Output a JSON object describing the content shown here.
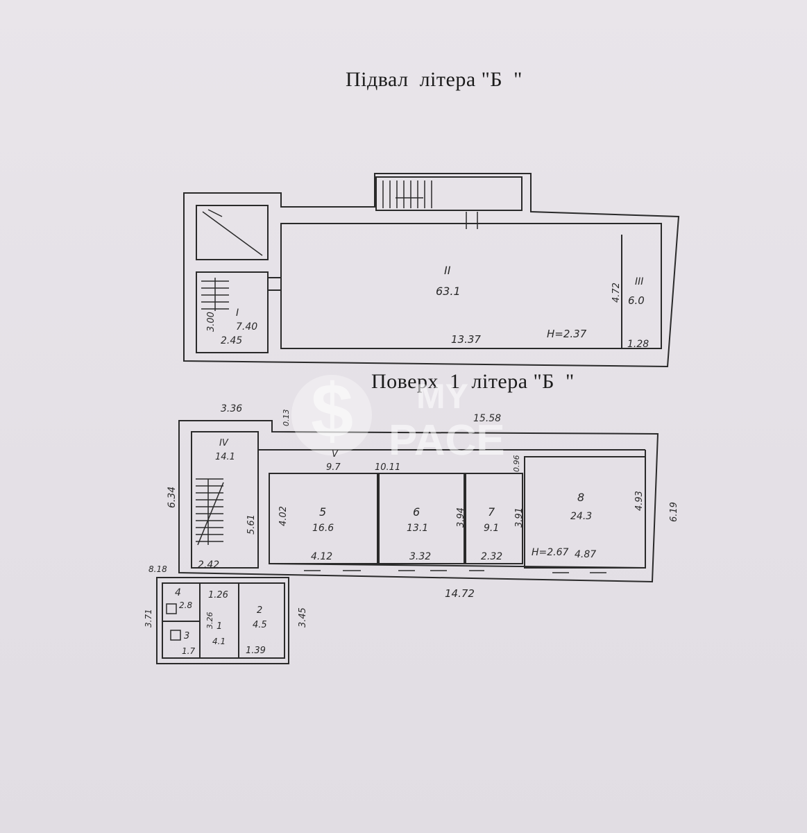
{
  "headings": {
    "basement": "Підвал  літера \"Б  \"",
    "floor1": "Поверх  1  літера \"Б  \""
  },
  "watermark": {
    "line1": "MY",
    "line2": "PACE"
  },
  "basement": {
    "rooms": [
      {
        "id": "I",
        "area": "7.40"
      },
      {
        "id": "II",
        "area": "63.1"
      },
      {
        "id": "III",
        "area": "6.0"
      }
    ],
    "dims": [
      "3.00",
      "2.45",
      "13.37",
      "4.72",
      "1.28"
    ],
    "height": "H=2.37"
  },
  "floor1": {
    "rooms": [
      {
        "id": "IV",
        "area": "14.1"
      },
      {
        "id": "V",
        "area": "9.7"
      },
      {
        "id": "5",
        "area": "16.6"
      },
      {
        "id": "6",
        "area": "13.1"
      },
      {
        "id": "7",
        "area": "9.1"
      },
      {
        "id": "8",
        "area": "24.3"
      },
      {
        "id": "4",
        "area": "2.8"
      },
      {
        "id": "3",
        "area": "1.7"
      },
      {
        "id": "1",
        "area": "4.1"
      },
      {
        "id": "2",
        "area": "4.5"
      }
    ],
    "dims": [
      "3.36",
      "0.13",
      "15.58",
      "6.34",
      "5.61",
      "2.42",
      "10.11",
      "0.96",
      "4.02",
      "3.94",
      "3.91",
      "4.93",
      "6.19",
      "4.12",
      "3.32",
      "2.32",
      "4.87",
      "14.72",
      "8.18",
      "1.26",
      "3.71",
      "3.26",
      "3.45",
      "1.39"
    ],
    "height": "H=2.67"
  },
  "colors": {
    "ink": "#2a2a2a",
    "paper": "#e6e2e8",
    "hatch": "#4a4a4a"
  }
}
